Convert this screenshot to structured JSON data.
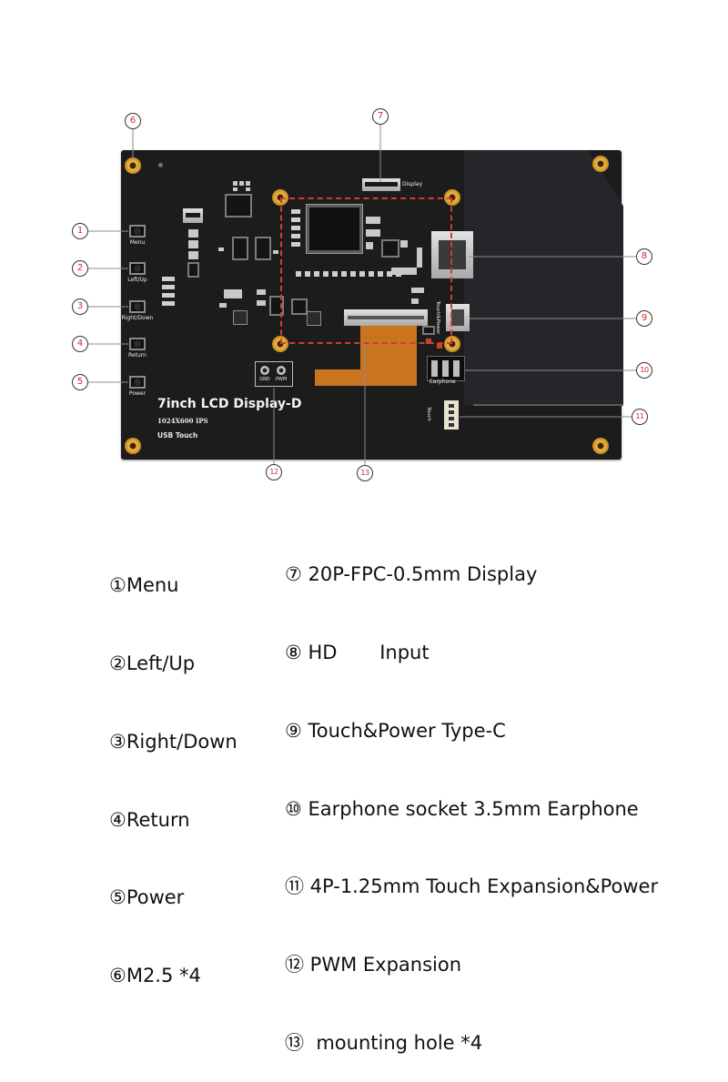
{
  "board": {
    "title": "7inch LCD Display-D",
    "resolution": "1024X600 IPS",
    "touch_type": "USB Touch",
    "buttons": [
      "Menu",
      "Left/Up",
      "Right/Down",
      "Return",
      "Power"
    ],
    "silkscreen": {
      "display": "Display",
      "earphone": "Earphone",
      "touch_power": "Touch&Power",
      "touch": "Touch",
      "gnd": "GND",
      "pwm": "PWM"
    }
  },
  "callouts": [
    "1",
    "2",
    "3",
    "4",
    "5",
    "6",
    "7",
    "8",
    "9",
    "10",
    "11",
    "12",
    "13"
  ],
  "legend": {
    "left": [
      "①Menu",
      "②Left/Up",
      "③Right/Down",
      "④Return",
      "⑤Power",
      "⑥M2.5 *4"
    ],
    "right": [
      "⑦ 20P-FPC-0.5mm Display",
      "⑧ HD       Input",
      "⑨ Touch&Power Type-C",
      "⑩ Earphone socket 3.5mm Earphone",
      "⑪ 4P-1.25mm Touch Expansion&Power",
      "⑫ PWM Expansion",
      "⑬  mounting hole *4"
    ]
  },
  "colors": {
    "pcb": "#1c1c1d",
    "callout_number": "#d8262a",
    "dashed_outline": "#d63a35",
    "mount_hole": "#e0a83a",
    "flex_cable": "#c9741f"
  }
}
